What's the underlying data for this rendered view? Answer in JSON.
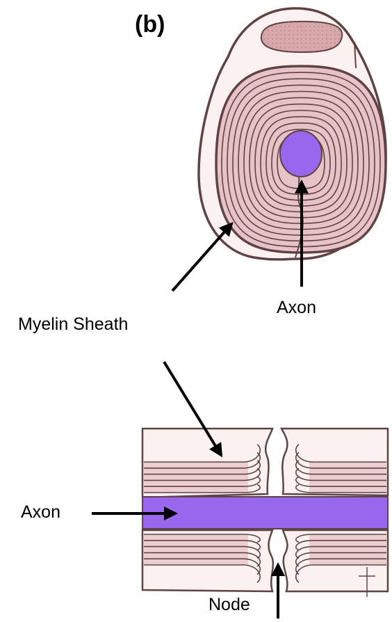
{
  "figure": {
    "panel_label": "(b)",
    "labels": {
      "axon_cross_section": "Axon",
      "myelin_sheath": "Myelin Sheath",
      "axon_longitudinal": "Axon",
      "node": "Node"
    }
  },
  "colors": {
    "axon": "#9966ee",
    "myelin_fill": "#e7c2c6",
    "myelin_line": "#5e4244",
    "cytoplasm": "#fbf1f1",
    "nucleus": "#d7a7aa",
    "arrow": "#000000"
  }
}
